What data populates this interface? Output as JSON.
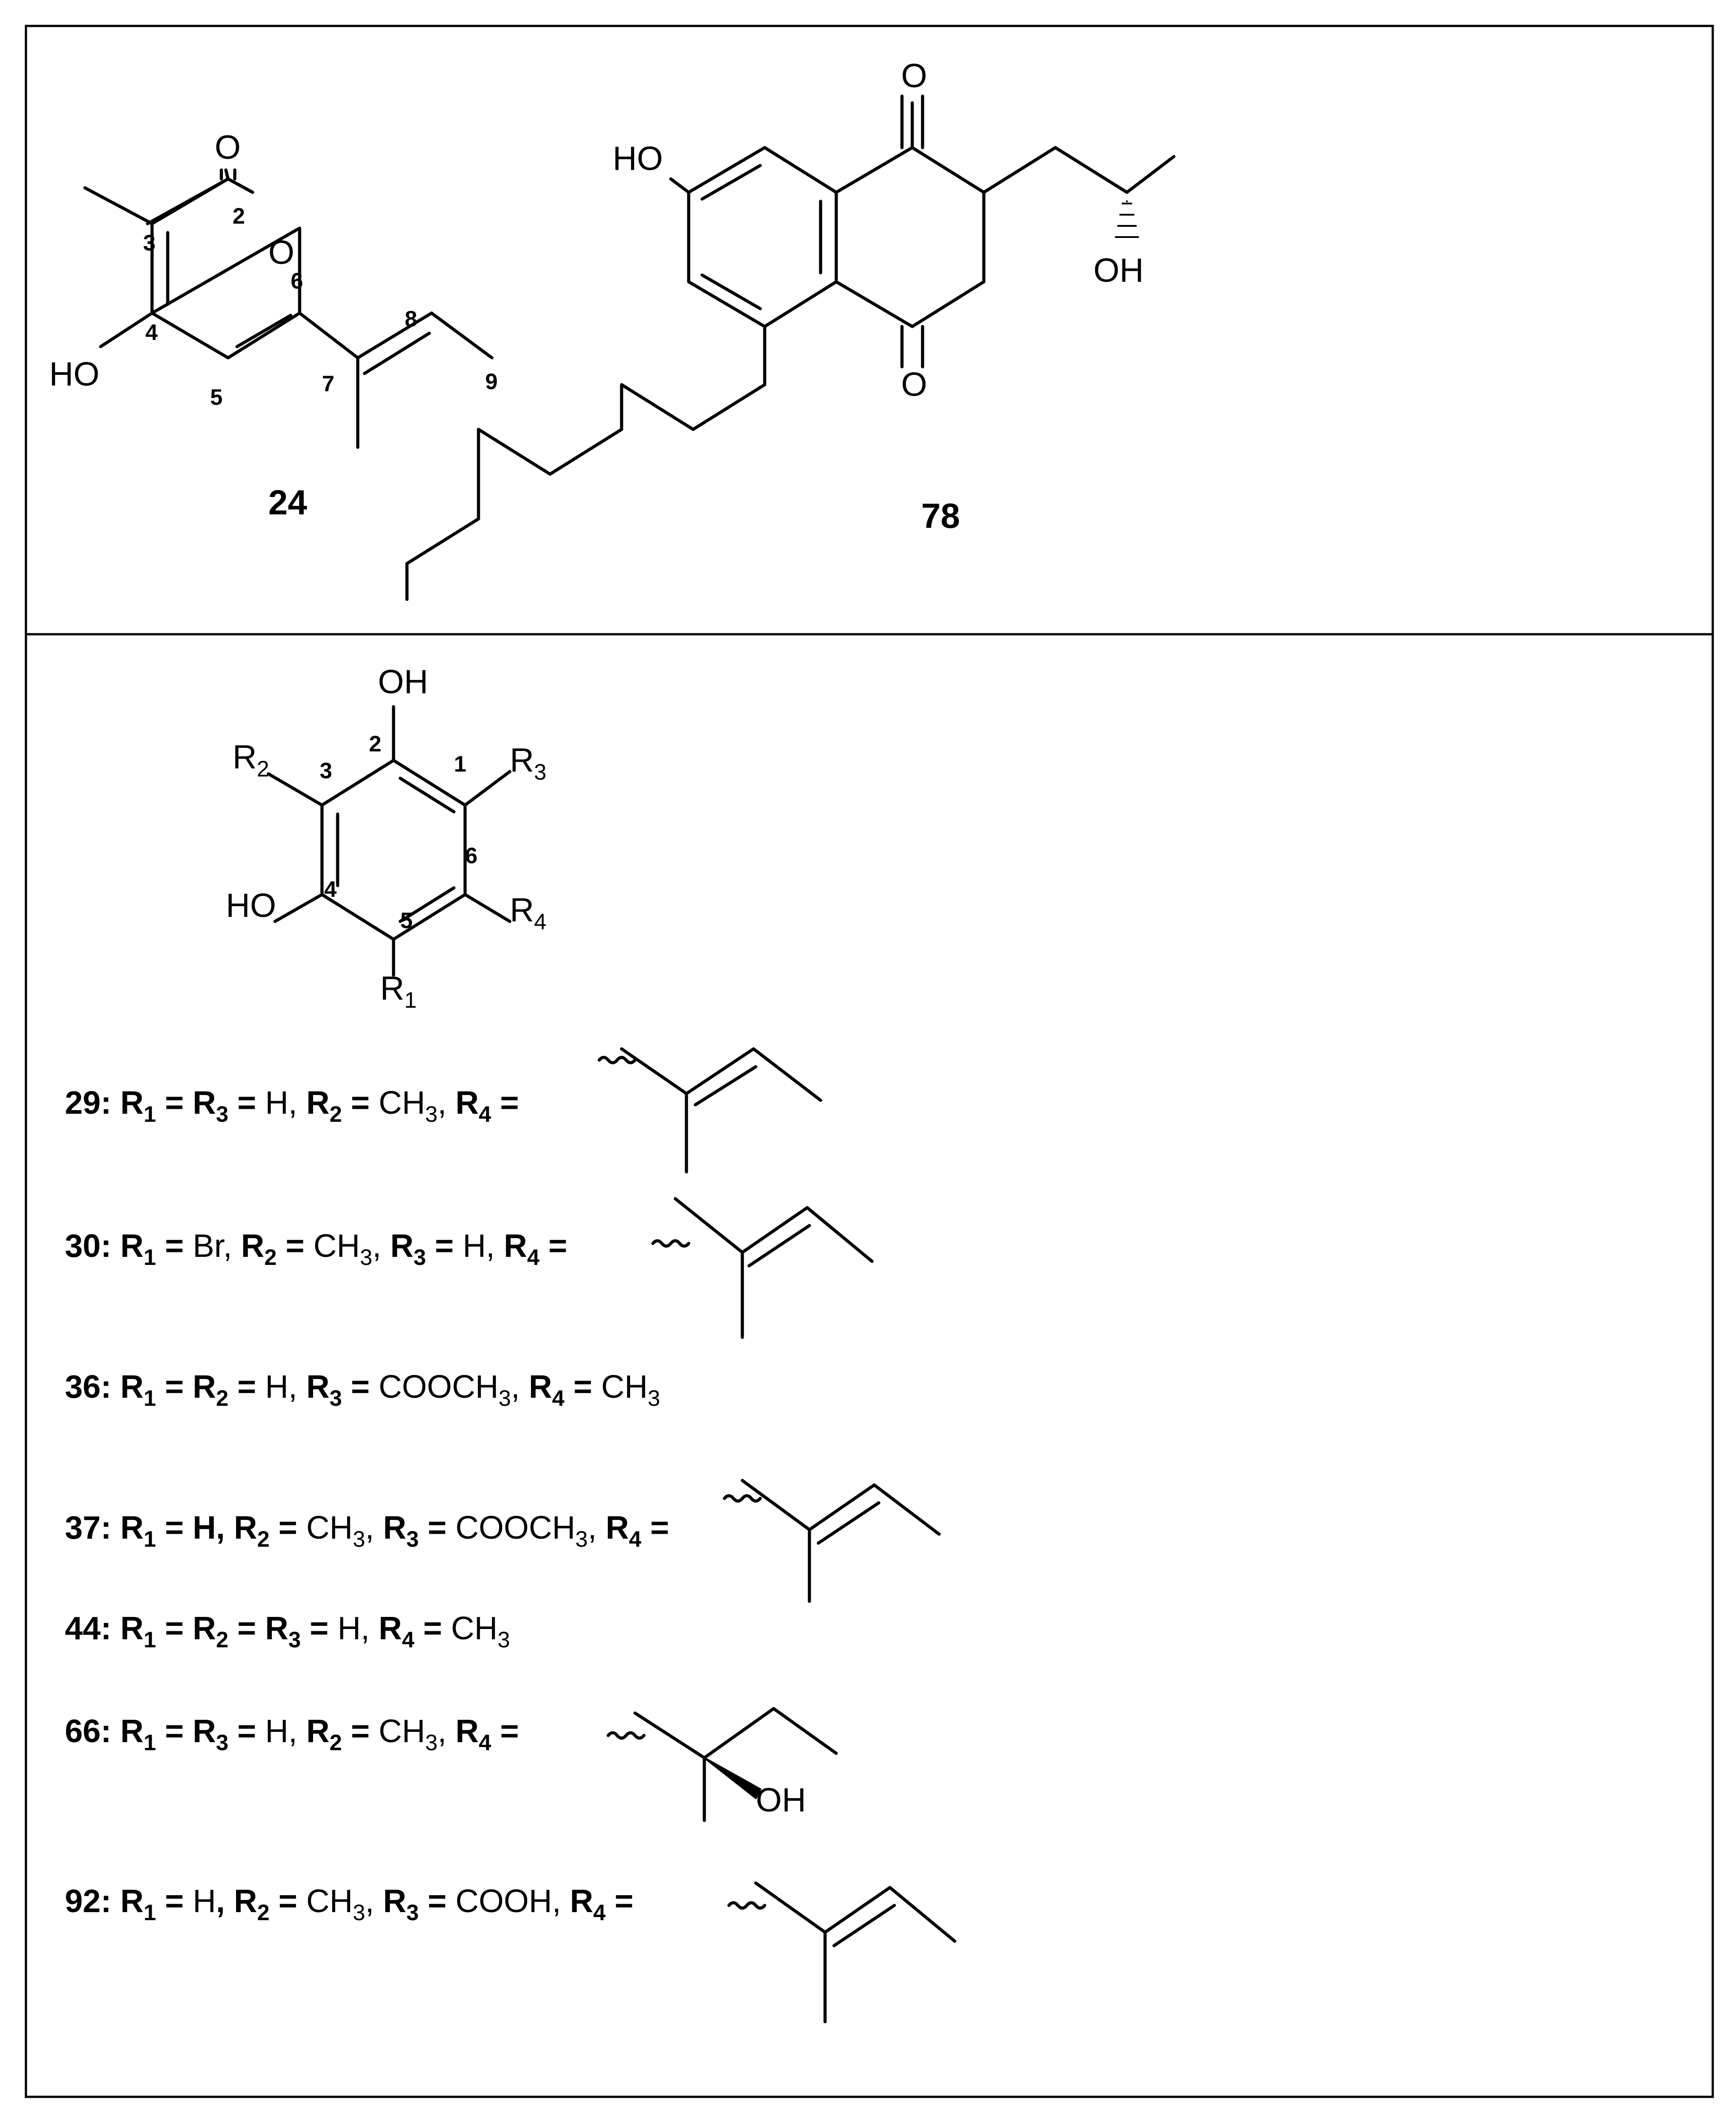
{
  "compound_24": {
    "id": "24",
    "atoms": {
      "o_carbonyl": "O",
      "o_ring": "O",
      "ho": "HO"
    },
    "positions": [
      "2",
      "3",
      "4",
      "5",
      "6",
      "7",
      "8",
      "9"
    ]
  },
  "compound_78": {
    "id": "78",
    "atoms": {
      "o_top": "O",
      "o_bottom": "O",
      "ho": "HO",
      "oh": "OH"
    }
  },
  "core": {
    "atoms": {
      "oh": "OH",
      "ho": "HO"
    },
    "positions": [
      "1",
      "2",
      "3",
      "4",
      "5",
      "6"
    ],
    "groups": {
      "r1": "R",
      "r1_sub": "1",
      "r2": "R",
      "r2_sub": "2",
      "r3": "R",
      "r3_sub": "3",
      "r4": "R",
      "r4_sub": "4"
    }
  },
  "entries": [
    {
      "id": "29:",
      "segments": [
        {
          "t": " R",
          "b": true
        },
        {
          "t": "1",
          "b": true,
          "sub": true
        },
        {
          "t": " = R",
          "b": true
        },
        {
          "t": "3",
          "b": true,
          "sub": true
        },
        {
          "t": " = ",
          "b": true
        },
        {
          "t": "H, "
        },
        {
          "t": "R",
          "b": true
        },
        {
          "t": "2",
          "b": true,
          "sub": true
        },
        {
          "t": " = ",
          "b": true
        },
        {
          "t": "CH"
        },
        {
          "t": "3",
          "sub": true
        },
        {
          "t": ", "
        },
        {
          "t": "R",
          "b": true
        },
        {
          "t": "4",
          "b": true,
          "sub": true
        },
        {
          "t": " =",
          "b": true
        }
      ]
    },
    {
      "id": "30:",
      "segments": [
        {
          "t": " R",
          "b": true
        },
        {
          "t": "1",
          "b": true,
          "sub": true
        },
        {
          "t": " = ",
          "b": true
        },
        {
          "t": "Br, "
        },
        {
          "t": "R",
          "b": true
        },
        {
          "t": "2",
          "b": true,
          "sub": true
        },
        {
          "t": " = ",
          "b": true
        },
        {
          "t": "CH"
        },
        {
          "t": "3",
          "sub": true
        },
        {
          "t": ", "
        },
        {
          "t": "R",
          "b": true
        },
        {
          "t": "3",
          "b": true,
          "sub": true
        },
        {
          "t": " = ",
          "b": true
        },
        {
          "t": "H, "
        },
        {
          "t": "R",
          "b": true
        },
        {
          "t": "4",
          "b": true,
          "sub": true
        },
        {
          "t": " =",
          "b": true
        }
      ]
    },
    {
      "id": "36:",
      "segments": [
        {
          "t": " R",
          "b": true
        },
        {
          "t": "1",
          "b": true,
          "sub": true
        },
        {
          "t": " = R",
          "b": true
        },
        {
          "t": "2",
          "b": true,
          "sub": true
        },
        {
          "t": " = ",
          "b": true
        },
        {
          "t": "H, "
        },
        {
          "t": "R",
          "b": true
        },
        {
          "t": "3",
          "b": true,
          "sub": true
        },
        {
          "t": " = ",
          "b": true
        },
        {
          "t": "COOCH"
        },
        {
          "t": "3",
          "sub": true
        },
        {
          "t": ", "
        },
        {
          "t": "R",
          "b": true
        },
        {
          "t": "4",
          "b": true,
          "sub": true
        },
        {
          "t": " = ",
          "b": true
        },
        {
          "t": "CH"
        },
        {
          "t": "3",
          "sub": true
        }
      ]
    },
    {
      "id": "37:",
      "segments": [
        {
          "t": " R",
          "b": true
        },
        {
          "t": "1",
          "b": true,
          "sub": true
        },
        {
          "t": " = H, ",
          "b": true
        },
        {
          "t": "R",
          "b": true
        },
        {
          "t": "2",
          "b": true,
          "sub": true
        },
        {
          "t": " = ",
          "b": true
        },
        {
          "t": "CH"
        },
        {
          "t": "3",
          "sub": true
        },
        {
          "t": ", "
        },
        {
          "t": "R",
          "b": true
        },
        {
          "t": "3",
          "b": true,
          "sub": true
        },
        {
          "t": " = ",
          "b": true
        },
        {
          "t": "COOCH"
        },
        {
          "t": "3",
          "sub": true
        },
        {
          "t": ", "
        },
        {
          "t": "R",
          "b": true
        },
        {
          "t": "4",
          "b": true,
          "sub": true
        },
        {
          "t": " =",
          "b": true
        }
      ]
    },
    {
      "id": "44:",
      "segments": [
        {
          "t": " R",
          "b": true
        },
        {
          "t": "1",
          "b": true,
          "sub": true
        },
        {
          "t": " = R",
          "b": true
        },
        {
          "t": "2",
          "b": true,
          "sub": true
        },
        {
          "t": " = R",
          "b": true
        },
        {
          "t": "3",
          "b": true,
          "sub": true
        },
        {
          "t": " = ",
          "b": true
        },
        {
          "t": "H, "
        },
        {
          "t": "R",
          "b": true
        },
        {
          "t": "4",
          "b": true,
          "sub": true
        },
        {
          "t": " = ",
          "b": true
        },
        {
          "t": "CH"
        },
        {
          "t": "3",
          "sub": true
        }
      ]
    },
    {
      "id": "66:",
      "segments": [
        {
          "t": " R",
          "b": true
        },
        {
          "t": "1",
          "b": true,
          "sub": true
        },
        {
          "t": " = R",
          "b": true
        },
        {
          "t": "3",
          "b": true,
          "sub": true
        },
        {
          "t": " = ",
          "b": true
        },
        {
          "t": "H, "
        },
        {
          "t": "R",
          "b": true
        },
        {
          "t": "2",
          "b": true,
          "sub": true
        },
        {
          "t": " = ",
          "b": true
        },
        {
          "t": "CH"
        },
        {
          "t": "3",
          "sub": true
        },
        {
          "t": ", "
        },
        {
          "t": "R",
          "b": true
        },
        {
          "t": "4",
          "b": true,
          "sub": true
        },
        {
          "t": " =",
          "b": true
        }
      ]
    },
    {
      "id": "92:",
      "segments": [
        {
          "t": " R",
          "b": true
        },
        {
          "t": "1",
          "b": true,
          "sub": true
        },
        {
          "t": " = ",
          "b": true
        },
        {
          "t": "H"
        },
        {
          "t": ", ",
          "b": true
        },
        {
          "t": "R",
          "b": true
        },
        {
          "t": "2",
          "b": true,
          "sub": true
        },
        {
          "t": " = ",
          "b": true
        },
        {
          "t": "CH"
        },
        {
          "t": "3",
          "sub": true
        },
        {
          "t": ", "
        },
        {
          "t": "R",
          "b": true
        },
        {
          "t": "3",
          "b": true,
          "sub": true
        },
        {
          "t": " = ",
          "b": true
        },
        {
          "t": "COOH, "
        },
        {
          "t": "R",
          "b": true
        },
        {
          "t": "4",
          "b": true,
          "sub": true
        },
        {
          "t": " =",
          "b": true
        }
      ]
    }
  ],
  "substituent_66": {
    "oh": "OH"
  }
}
